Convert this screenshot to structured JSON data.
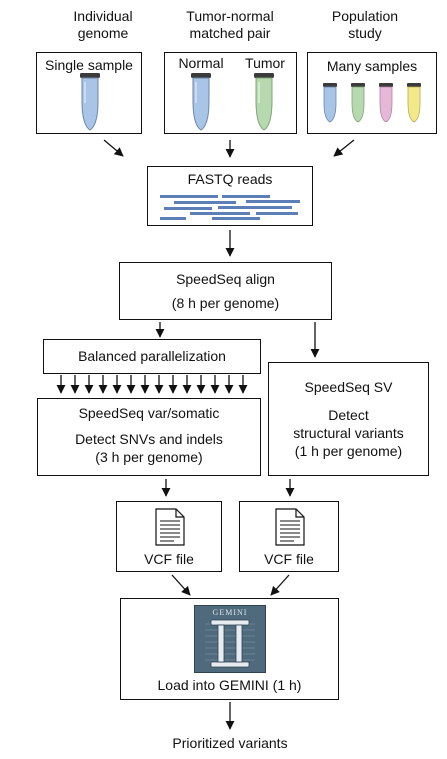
{
  "sources": {
    "individual": {
      "label": "Individual\ngenome",
      "box_label": "Single sample"
    },
    "pair": {
      "label": "Tumor-normal\nmatched pair",
      "normal": "Normal",
      "tumor": "Tumor"
    },
    "population": {
      "label": "Population\nstudy",
      "box_label": "Many samples"
    }
  },
  "fastq": {
    "label": "FASTQ reads"
  },
  "align": {
    "title": "SpeedSeq align",
    "time": "(8 h per genome)"
  },
  "parallel": {
    "label": "Balanced parallelization"
  },
  "var": {
    "title": "SpeedSeq var/somatic",
    "line1": "Detect SNVs and indels",
    "line2": "(3 h per genome)"
  },
  "sv": {
    "title": "SpeedSeq SV",
    "line1": "Detect",
    "line2": "structural variants",
    "line3": "(1 h per genome)"
  },
  "vcf_left": {
    "label": "VCF file"
  },
  "vcf_right": {
    "label": "VCF file"
  },
  "gemini": {
    "logo_text": "GEMINI",
    "label": "Load into GEMINI (1 h)"
  },
  "result": {
    "label": "Prioritized variants"
  },
  "colors": {
    "tube_blue": "#a8c4e6",
    "tube_green": "#b7d9b0",
    "tube_pink": "#e6b8d8",
    "tube_yellow": "#f2ea8a",
    "reads": "#5b7fb6",
    "gemini_bg": "#4f6a7d"
  }
}
